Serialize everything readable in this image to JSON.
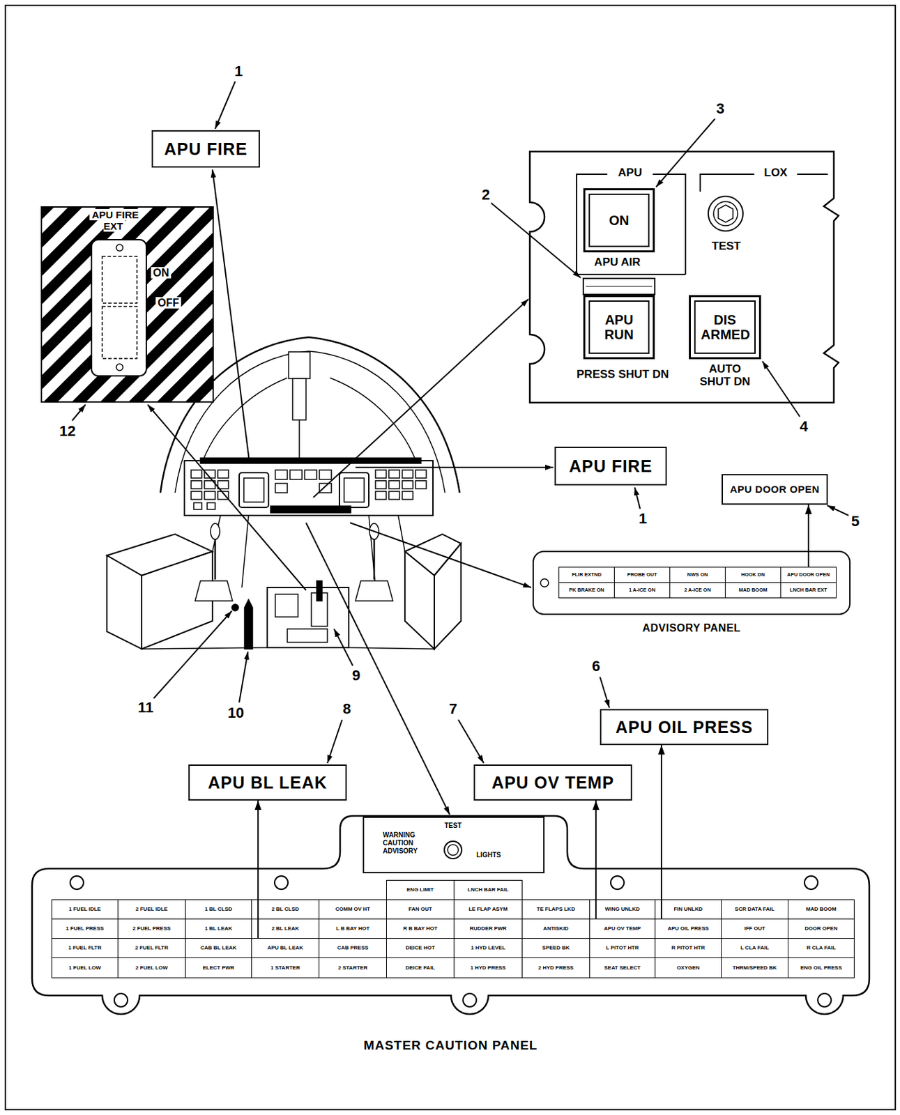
{
  "diagram": {
    "nodes": [
      {
        "text": [
          "APU FIRE"
        ]
      },
      {
        "text": [
          "APU",
          "LOX",
          "TEST",
          "APU AIR",
          "PRESS SHUT DN",
          "AUTO SHUT DN"
        ]
      },
      {
        "text": [
          "ON"
        ],
        "in": 1
      },
      {
        "text": [
          "APU RUN"
        ],
        "in": 1
      },
      {
        "text": [
          "DIS ARMED"
        ],
        "in": 1
      },
      {
        "text": [
          "APU FIRE EXT",
          "ON",
          "OFF"
        ]
      },
      {
        "text": [
          "APU FIRE"
        ]
      },
      {
        "text": [
          "APU DOOR OPEN"
        ]
      },
      {
        "text": [
          "ADVISORY PANEL"
        ]
      },
      {
        "text": [
          "FLIR EXTND"
        ],
        "in": 8
      },
      {
        "text": [
          "PROBE OUT"
        ],
        "in": 8
      },
      {
        "text": [
          "NWS ON"
        ],
        "in": 8
      },
      {
        "text": [
          "HOOK DN"
        ],
        "in": 8
      },
      {
        "text": [
          "APU DOOR OPEN"
        ],
        "in": 8
      },
      {
        "text": [
          "PK BRAKE ON"
        ],
        "in": 8
      },
      {
        "text": [
          "1 A-ICE ON"
        ],
        "in": 8
      },
      {
        "text": [
          "2 A-ICE ON"
        ],
        "in": 8
      },
      {
        "text": [
          "MAD BOOM"
        ],
        "in": 8
      },
      {
        "text": [
          "LNCH BAR EXT"
        ],
        "in": 8
      },
      {
        "text": [
          "APU OIL PRESS"
        ]
      },
      {
        "text": [
          "APU OV TEMP"
        ]
      },
      {
        "text": [
          "APU BL LEAK"
        ]
      },
      {
        "text": [
          "MASTER CAUTION PANEL"
        ]
      },
      {
        "text": [
          "WARNING CAUTION ADVISORY",
          "TEST",
          "LIGHTS"
        ],
        "in": 22
      },
      {
        "text": [
          "ENG LIMIT"
        ],
        "in": 22
      },
      {
        "text": [
          "LNCH BAR FAIL"
        ],
        "in": 22
      },
      {
        "text": [
          "1 FUEL IDLE"
        ],
        "in": 22
      },
      {
        "text": [
          "2 FUEL IDLE"
        ],
        "in": 22
      },
      {
        "text": [
          "1 BL CLSD"
        ],
        "in": 22
      },
      {
        "text": [
          "2 BL CLSD"
        ],
        "in": 22
      },
      {
        "text": [
          "COMM OV HT"
        ],
        "in": 22
      },
      {
        "text": [
          "FAN OUT"
        ],
        "in": 22
      },
      {
        "text": [
          "LE FLAP ASYM"
        ],
        "in": 22
      },
      {
        "text": [
          "TE FLAPS LKD"
        ],
        "in": 22
      },
      {
        "text": [
          "WING UNLKD"
        ],
        "in": 22
      },
      {
        "text": [
          "FIN UNLKD"
        ],
        "in": 22
      },
      {
        "text": [
          "SCR DATA FAIL"
        ],
        "in": 22
      },
      {
        "text": [
          "MAD BOOM"
        ],
        "in": 22
      },
      {
        "text": [
          "1 FUEL PRESS"
        ],
        "in": 22
      },
      {
        "text": [
          "2 FUEL PRESS"
        ],
        "in": 22
      },
      {
        "text": [
          "1 BL LEAK"
        ],
        "in": 22
      },
      {
        "text": [
          "2 BL LEAK"
        ],
        "in": 22
      },
      {
        "text": [
          "L B BAY HOT"
        ],
        "in": 22
      },
      {
        "text": [
          "R B BAY HOT"
        ],
        "in": 22
      },
      {
        "text": [
          "RUDDER PWR"
        ],
        "in": 22
      },
      {
        "text": [
          "ANTISKID"
        ],
        "in": 22
      },
      {
        "text": [
          "APU OV TEMP"
        ],
        "in": 22
      },
      {
        "text": [
          "APU OIL PRESS"
        ],
        "in": 22
      },
      {
        "text": [
          "IFF OUT"
        ],
        "in": 22
      },
      {
        "text": [
          "DOOR OPEN"
        ],
        "in": 22
      },
      {
        "text": [
          "1 FUEL FLTR"
        ],
        "in": 22
      },
      {
        "text": [
          "2 FUEL FLTR"
        ],
        "in": 22
      },
      {
        "text": [
          "CAB BL LEAK"
        ],
        "in": 22
      },
      {
        "text": [
          "APU BL LEAK"
        ],
        "in": 22
      },
      {
        "text": [
          "CAB PRESS"
        ],
        "in": 22
      },
      {
        "text": [
          "DEICE HOT"
        ],
        "in": 22
      },
      {
        "text": [
          "1 HYD LEVEL"
        ],
        "in": 22
      },
      {
        "text": [
          "SPEED BK"
        ],
        "in": 22
      },
      {
        "text": [
          "L PITOT HTR"
        ],
        "in": 22
      },
      {
        "text": [
          "R PITOT HTR"
        ],
        "in": 22
      },
      {
        "text": [
          "L CLA FAIL"
        ],
        "in": 22
      },
      {
        "text": [
          "R CLA FAIL"
        ],
        "in": 22
      },
      {
        "text": [
          "1 FUEL LOW"
        ],
        "in": 22
      },
      {
        "text": [
          "2 FUEL LOW"
        ],
        "in": 22
      },
      {
        "text": [
          "ELECT PWR"
        ],
        "in": 22
      },
      {
        "text": [
          "1 STARTER"
        ],
        "in": 22
      },
      {
        "text": [
          "2 STARTER"
        ],
        "in": 22
      },
      {
        "text": [
          "DEICE FAIL"
        ],
        "in": 22
      },
      {
        "text": [
          "1 HYD PRESS"
        ],
        "in": 22
      },
      {
        "text": [
          "2 HYD PRESS"
        ],
        "in": 22
      },
      {
        "text": [
          "SEAT SELECT"
        ],
        "in": 22
      },
      {
        "text": [
          "OXYGEN"
        ],
        "in": 22
      },
      {
        "text": [
          "THRM/SPEED BK"
        ],
        "in": 22
      },
      {
        "text": [
          "ENG OIL PRESS"
        ],
        "in": 22
      }
    ],
    "edges": [
      {
        "from": 13,
        "to": 7,
        "arrow": "to"
      },
      {
        "from": 53,
        "to": 21,
        "arrow": "to"
      },
      {
        "from": 46,
        "to": 20,
        "arrow": "to"
      },
      {
        "from": 47,
        "to": 19,
        "arrow": "to"
      }
    ],
    "labels": [
      "1",
      "3",
      "2",
      "12",
      "1",
      "5",
      "4",
      "9",
      "11",
      "10",
      "8",
      "7",
      "6"
    ]
  }
}
